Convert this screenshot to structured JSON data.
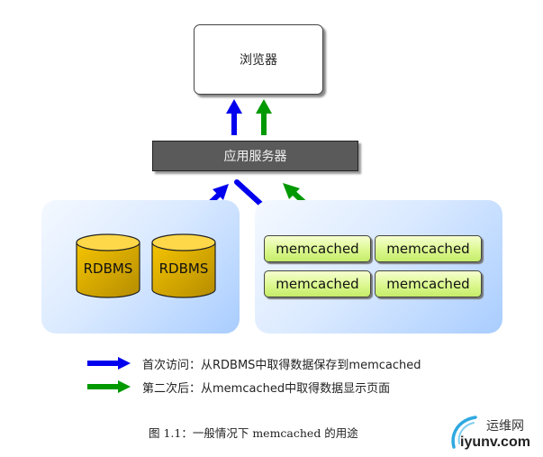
{
  "diagram": {
    "browser_label": "浏览器",
    "app_server_label": "应用服务器",
    "databases": [
      {
        "label": "RDBMS"
      },
      {
        "label": "RDBMS"
      }
    ],
    "memcached_nodes": [
      {
        "label": "memcached"
      },
      {
        "label": "memcached"
      },
      {
        "label": "memcached"
      },
      {
        "label": "memcached"
      }
    ],
    "colors": {
      "first_access_arrow": "#0000ee",
      "subsequent_arrow": "#009900",
      "app_server_fill": "#5a5a5a",
      "database_fill": "#e8b800",
      "memcached_fill": "#d9f78a",
      "panel_fill": "#cfe3ff"
    }
  },
  "legend": [
    {
      "color": "blue",
      "text": "首次访问：从RDBMS中取得数据保存到memcached"
    },
    {
      "color": "green",
      "text": "第二次后：从memcached中取得数据显示页面"
    }
  ],
  "caption": "图 1.1：一般情况下 memcached 的用途",
  "watermark": {
    "name_cn": "运维网",
    "domain": "iyunv.com"
  }
}
